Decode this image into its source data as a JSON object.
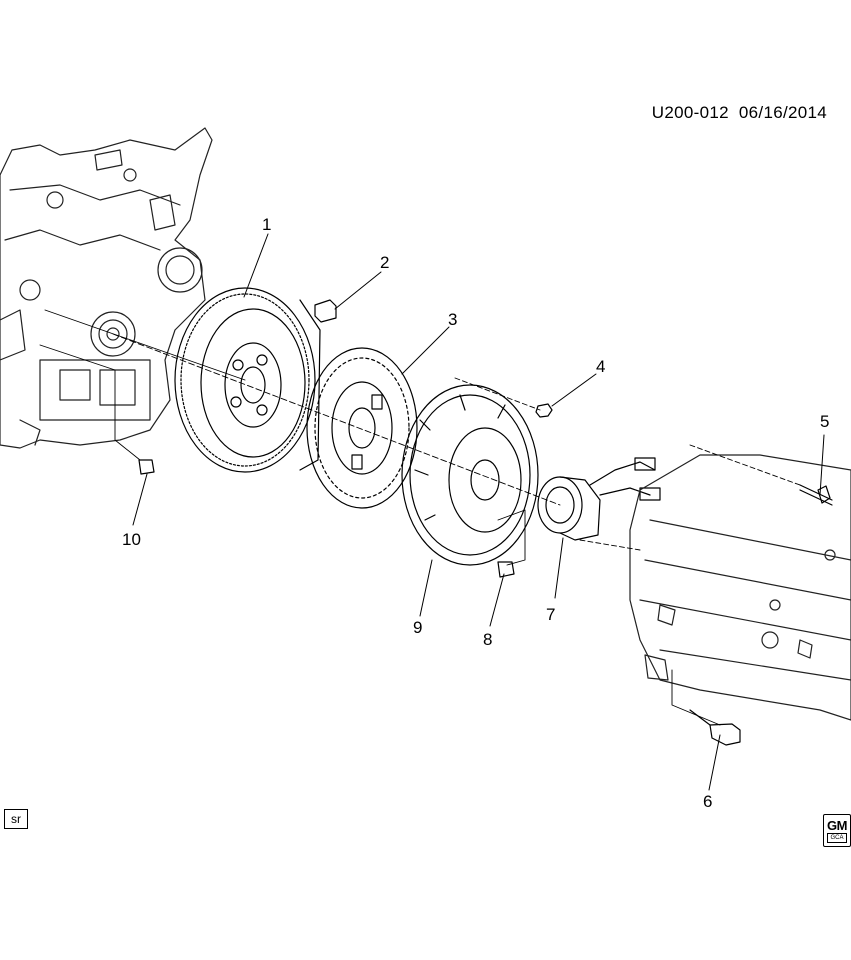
{
  "diagram": {
    "code": "U200-012",
    "date": "06/16/2014",
    "callouts": [
      "1",
      "2",
      "3",
      "4",
      "5",
      "6",
      "7",
      "8",
      "9",
      "10"
    ],
    "corner_badge": "sr",
    "logo": {
      "mark": "GM",
      "sub": "GCA"
    }
  }
}
